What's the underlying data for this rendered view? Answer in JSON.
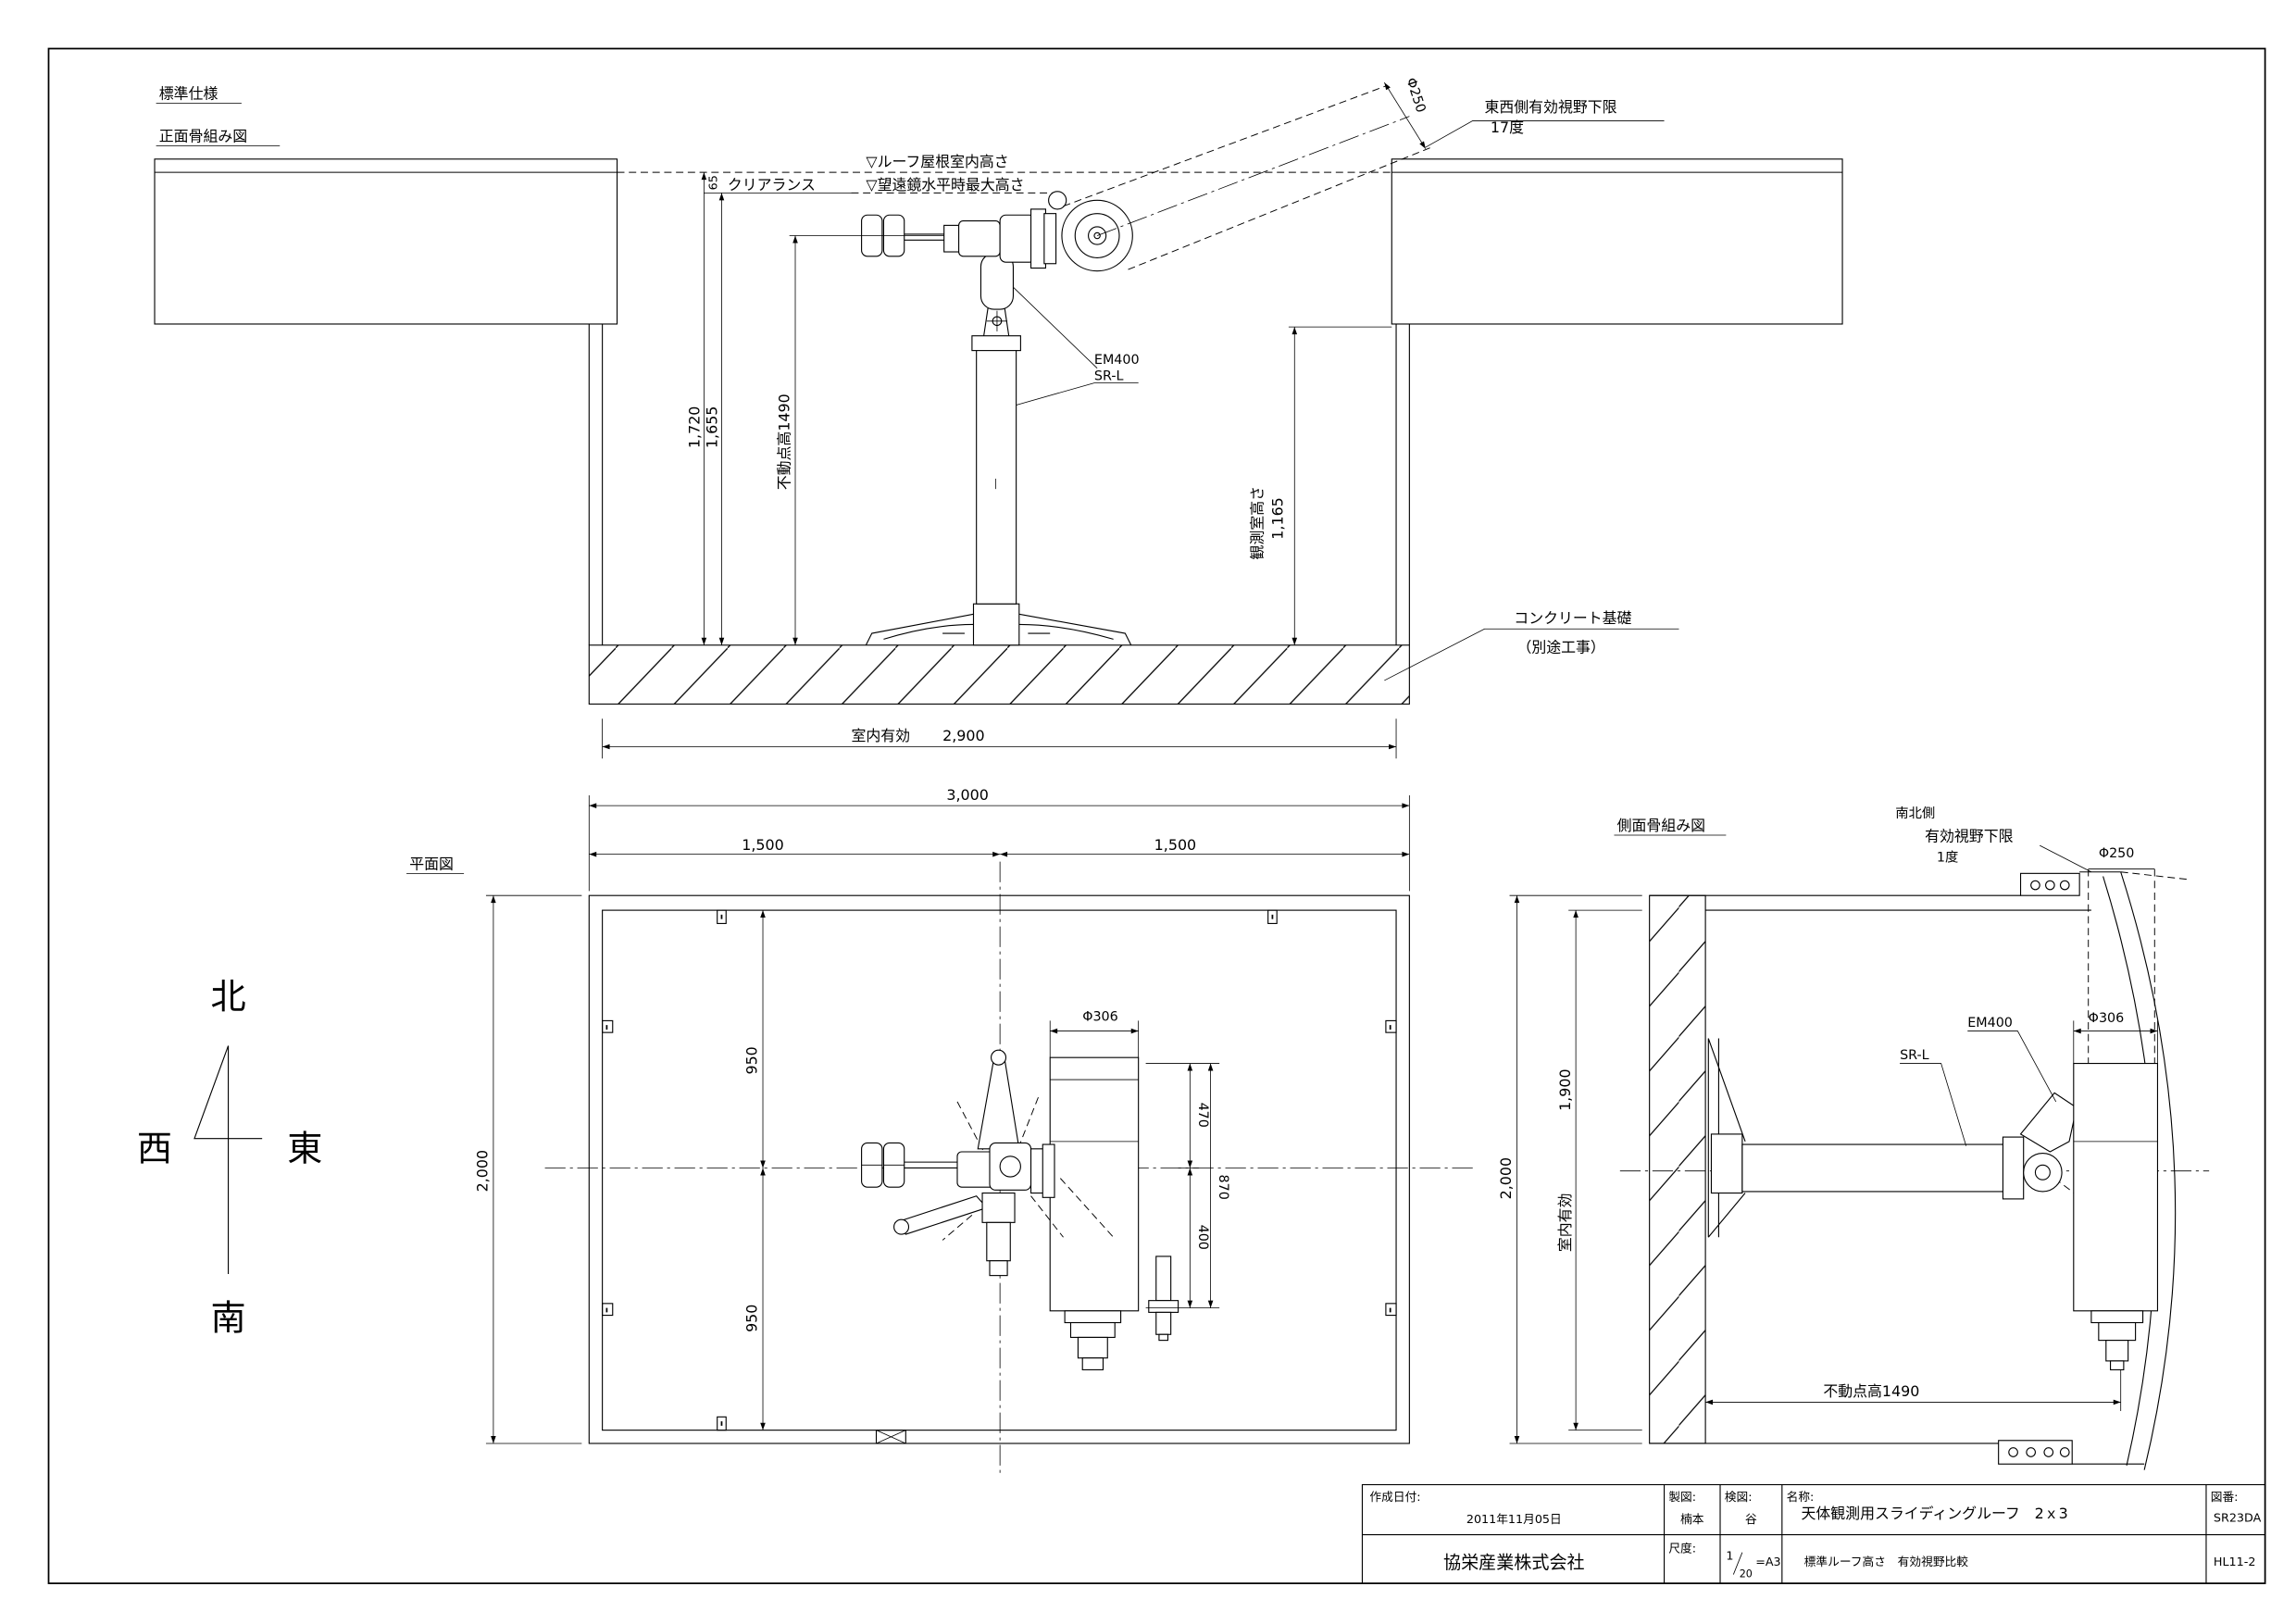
{
  "sheet": {
    "standard_spec": "標準仕様",
    "front_title": "正面骨組み図",
    "plan_title": "平面図",
    "side_title": "側面骨組み図"
  },
  "front_view": {
    "roof_inner_height": "▽ルーフ屋根室内高さ",
    "scope_max_height": "▽望遠鏡水平時最大高さ",
    "clearance": "クリアランス",
    "clearance_value": "65",
    "dim_1720": "1,720",
    "dim_1655": "1,655",
    "fixed_point_height": "不動点高1490",
    "em400": "EM400",
    "sr_l": "SR-L",
    "tube_dia": "Φ250",
    "ew_limit": "東西側有効視野下限",
    "ew_angle": "17度",
    "obs_room_height": "観測室高さ",
    "obs_room_value": "1,165",
    "concrete": "コンクリート基礎",
    "separate_work": "（別途工事）",
    "inner_width_label": "室内有効",
    "inner_width_value": "2,900"
  },
  "plan_view": {
    "dim_total": "3,000",
    "dim_left": "1,500",
    "dim_right": "1,500",
    "dim_depth": "2,000",
    "dim_north": "950",
    "dim_south": "950",
    "tube_dia": "Φ306",
    "dim_470": "470",
    "dim_870": "870",
    "dim_400": "400"
  },
  "compass": {
    "north": "北",
    "west": "西",
    "east": "東",
    "south": "南"
  },
  "side_view": {
    "ns_side": "南北側",
    "ns_limit": "有効視野下限",
    "ns_angle": "1度",
    "tube_dia_top": "Φ250",
    "em400": "EM400",
    "sr_l": "SR-L",
    "tube_dia": "Φ306",
    "dim_outer": "2,000",
    "dim_inner": "1,900",
    "inner_label": "室内有効",
    "fixed_point_height": "不動点高1490"
  },
  "title_block": {
    "date_label": "作成日付:",
    "date": "2011年11月05日",
    "company": "協栄産業株式会社",
    "drawn_label": "製図:",
    "drawn_by": "楠本",
    "checked_label": "検図:",
    "checked_by": "谷",
    "name_label": "名称:",
    "name": "天体観測用スライディングルーフ　2ｘ3",
    "drawing_no_label": "図番:",
    "drawing_no": "SR23DA",
    "scale_label": "尺度:",
    "scale_num": "1",
    "scale_den": "20",
    "scale_paper": "=A3",
    "subtitle": "標準ルーフ高さ　有効視野比較",
    "doc_code": "HL11-2"
  }
}
